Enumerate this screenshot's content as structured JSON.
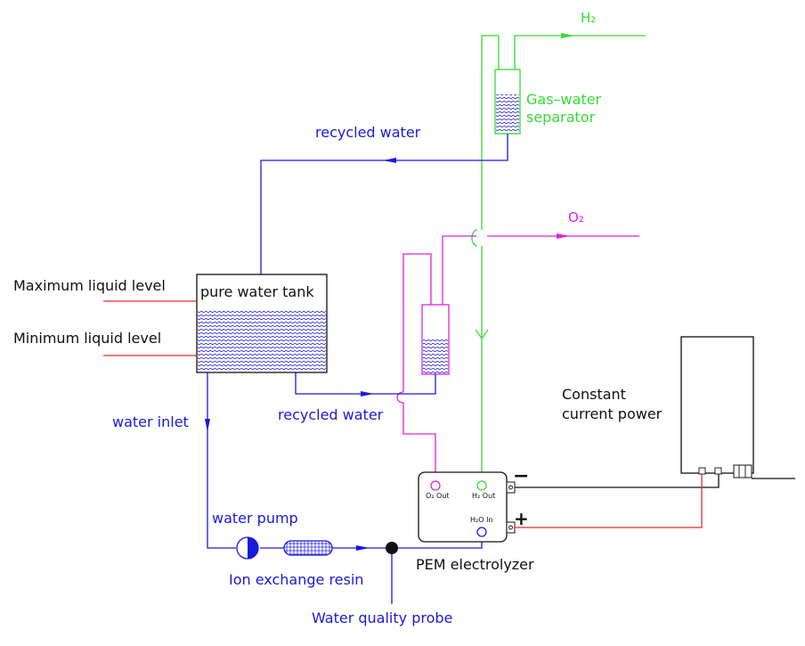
{
  "labels": {
    "h2": "H₂",
    "o2": "O₂",
    "gas_water_separator_line1": "Gas–water",
    "gas_water_separator_line2": "separator",
    "recycled_water_top": "recycled water",
    "recycled_water_bottom": "recycled water",
    "max_level": "Maximum liquid level",
    "min_level": "Minimum liquid level",
    "pure_water_tank": "pure water tank",
    "water_inlet": "water inlet",
    "water_pump": "water pump",
    "ion_exchange_resin": "Ion exchange resin",
    "water_quality_probe": "Water quality probe",
    "pem_electrolyzer": "PEM electrolyzer",
    "o2_out": "O₂ Out",
    "h2_out": "H₂ Out",
    "h2o_in": "H₂O In",
    "minus": "−",
    "plus": "+",
    "power_line1": "Constant",
    "power_line2": "current power"
  },
  "colors": {
    "water": "#1a1adc",
    "hydrogen": "#33dd33",
    "oxygen": "#dd22dd",
    "level": "#e02a2a",
    "power": "#e02a2a",
    "wire": "#000000",
    "text": "#111111"
  }
}
